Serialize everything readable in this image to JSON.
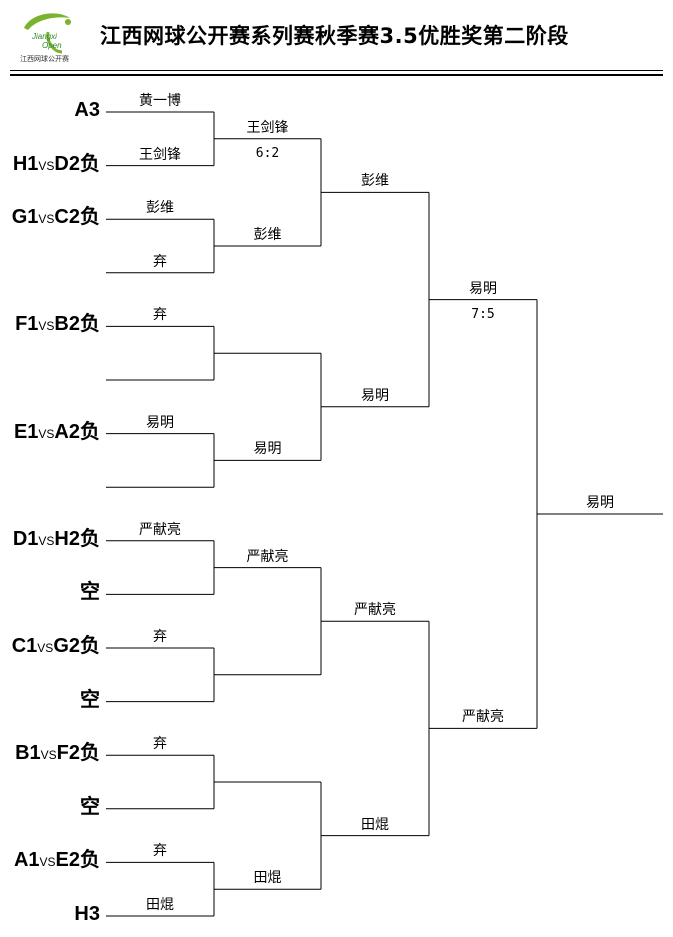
{
  "header": {
    "title": "江西网球公开赛系列赛秋季赛3.5优胜奖第二阶段",
    "logo": {
      "icon": "jiangxi-open-tennis-logo",
      "text_top": "Jiangxi",
      "text_bottom": "Open",
      "caption": "江西网球公开赛",
      "brand_color": "#7ab32e"
    }
  },
  "entrants": [
    {
      "label": "A3",
      "vs": "",
      "rest": ""
    },
    {
      "label": "H1",
      "vs": "VS",
      "rest": "D2负"
    },
    {
      "label": "G1",
      "vs": "VS",
      "rest": "C2负"
    },
    {
      "label": "",
      "vs": "",
      "rest": ""
    },
    {
      "label": "F1",
      "vs": "VS",
      "rest": "B2负"
    },
    {
      "label": "",
      "vs": "",
      "rest": ""
    },
    {
      "label": "E1",
      "vs": "VS",
      "rest": "A2负"
    },
    {
      "label": "",
      "vs": "",
      "rest": ""
    },
    {
      "label": "D1",
      "vs": "VS",
      "rest": "H2负"
    },
    {
      "label": "空",
      "vs": "",
      "rest": ""
    },
    {
      "label": "C1",
      "vs": "VS",
      "rest": "G2负"
    },
    {
      "label": "空",
      "vs": "",
      "rest": ""
    },
    {
      "label": "B1",
      "vs": "VS",
      "rest": "F2负"
    },
    {
      "label": "空",
      "vs": "",
      "rest": ""
    },
    {
      "label": "A1",
      "vs": "VS",
      "rest": "E2负"
    },
    {
      "label": "H3",
      "vs": "",
      "rest": ""
    }
  ],
  "round1": [
    "黄一博",
    "王剑锋",
    "彭维",
    "弃",
    "弃",
    "",
    "易明",
    "",
    "严献亮",
    "",
    "弃",
    "",
    "弃",
    "",
    "弃",
    "田焜"
  ],
  "round2": [
    "王剑锋",
    "彭维",
    "",
    "易明",
    "严献亮",
    "",
    "",
    "田焜"
  ],
  "round2_scores": [
    "6:2",
    "",
    "",
    "",
    "",
    "",
    "",
    ""
  ],
  "round3": [
    "彭维",
    "易明",
    "严献亮",
    "田焜"
  ],
  "round4": [
    "易明",
    "严献亮"
  ],
  "round4_scores": [
    "7:5",
    ""
  ],
  "champion": "易明"
}
